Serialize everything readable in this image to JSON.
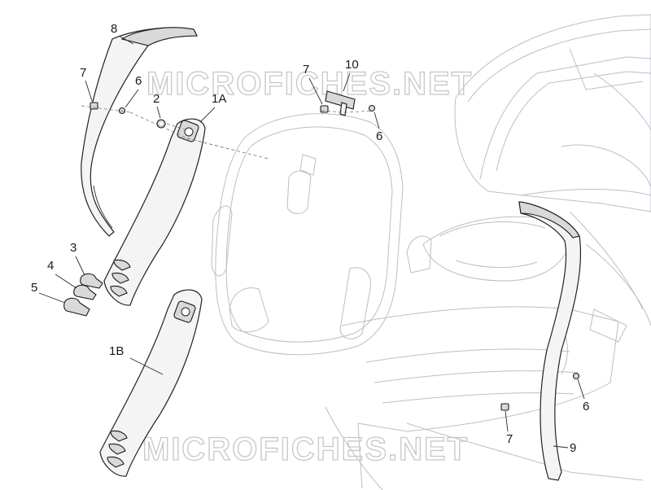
{
  "watermark": "MICROFICHES.NET",
  "callouts": {
    "c8": "8",
    "c7a": "7",
    "c6a": "6",
    "c2": "2",
    "c1a": "1A",
    "c7b": "7",
    "c10": "10",
    "c6b": "6",
    "c3": "3",
    "c4": "4",
    "c5": "5",
    "c1b": "1B",
    "c6c": "6",
    "c7c": "7",
    "c9": "9"
  },
  "colors": {
    "line": "#222222",
    "body_outline": "#b9bec6",
    "watermark": "#c7c7c7"
  }
}
